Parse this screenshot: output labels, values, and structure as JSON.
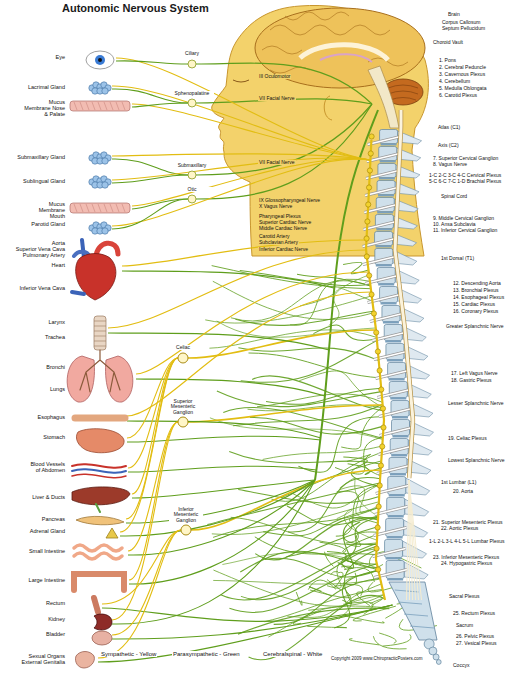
{
  "diagram": {
    "title": "Autonomic Nervous System",
    "labels": [
      "Eye",
      "Lacrimal Gland",
      "Mucus Membrane Nose & Palate",
      "Submaxillary Gland",
      "Sublingual Gland",
      "Mucus Membrane Mouth",
      "Parotid Gland",
      "Aorta",
      "Superior Vena Cava",
      "Pulmonary Artery",
      "Heart",
      "Inferior Vena Cava",
      "Larynx",
      "Trachea",
      "Bronchi",
      "Lungs",
      "Esophagus",
      "Stomach",
      "Blood Vessels of Abdomen",
      "Liver & Ducts",
      "Pancreas",
      "Adrenal Gland",
      "Small Intestine",
      "Large Intestine",
      "Rectum",
      "Kidney",
      "Bladder",
      "Sexual Organs External Genitalia",
      "Ciliary",
      "III Oculomotor",
      "Sphenopalatine",
      "VII Facial Nerve",
      "Submaxillary",
      "VII Facial Nerve",
      "Otic",
      "IX Glossopharyngeal Nerve",
      "X Vagus Nerve",
      "Pharyngeal Plexus",
      "Superior Cardiac Nerve",
      "Middle Cardiac Nerve",
      "Carotid Artery",
      "Subclavian Artery",
      "Inferior Cardiac Nerve",
      "Celiac",
      "Superior Mesenteric Ganglion",
      "Inferior Mesenteric Ganglion",
      "Brain",
      "Corpus Callosum",
      "Septum Pellucidum",
      "Choroid Vault",
      "1. Pons",
      "2. Cerebral Peduncle",
      "3. Cavernous Plexus",
      "4. Cerebellum",
      "5. Medulla Oblongata",
      "6. Carotid Plexus",
      "Atlas (C1)",
      "Axis (C2)",
      "7. Superior Cervical Ganglion",
      "8. Vagus Nerve",
      "1-C 2-C 3-C 4-C Cervical Plexus",
      "5-C 6-C 7-C 1-D Brachial Plexus",
      "Spinal Cord",
      "9. Middle Cervical Ganglion",
      "10. Ansa Subclavia",
      "11. Inferior Cervical Ganglion",
      "1st Dorsal (T1)",
      "12. Descending Aorta",
      "13. Bronchial Plexus",
      "14. Esophageal Plexus",
      "15. Cardiac Plexus",
      "16. Coronary Plexus",
      "Greater Splanchnic Nerve",
      "17. Left Vagus Nerve",
      "18. Gastric Plexus",
      "Lesser Splanchnic Nerve",
      "19. Celiac Plexus",
      "Lowest Splanchnic Nerve",
      "1st Lumbar (L1)",
      "20. Aorta",
      "21. Superior Mesenteric Plexus",
      "22. Aortic Plexus",
      "1-L 2-L 3-L 4-L 5-L Lumbar Plexus",
      "23. Inferior Mesenteric Plexus",
      "24. Hypogastric Plexus",
      "Sacral Plexus",
      "25. Rectum Plexus",
      "Sacrum",
      "26. Pelvic Plexus",
      "27. Vesical Plexus",
      "Coccyx",
      "Sympathetic - Yellow",
      "Parasympathetic - Green",
      "Cerebralspinal - White",
      "Copyright 2009 www.ChiropracticPosters.com"
    ]
  }
}
